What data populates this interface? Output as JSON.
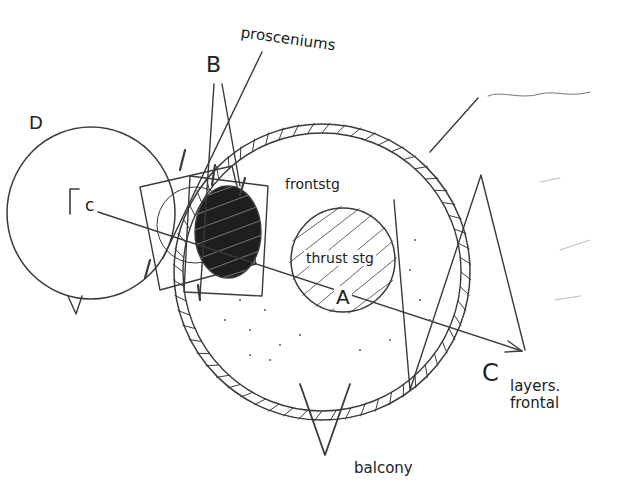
{
  "diagram": {
    "nodes": [
      {
        "text": [
          "D",
          "c"
        ]
      },
      {
        "text": [
          "frontstg"
        ]
      },
      {
        "text": [
          "thrust stg",
          "A"
        ],
        "in": 1
      }
    ],
    "labels": [
      "B",
      "prosceniums",
      "C",
      "layers. frontal",
      "balcony"
    ]
  }
}
